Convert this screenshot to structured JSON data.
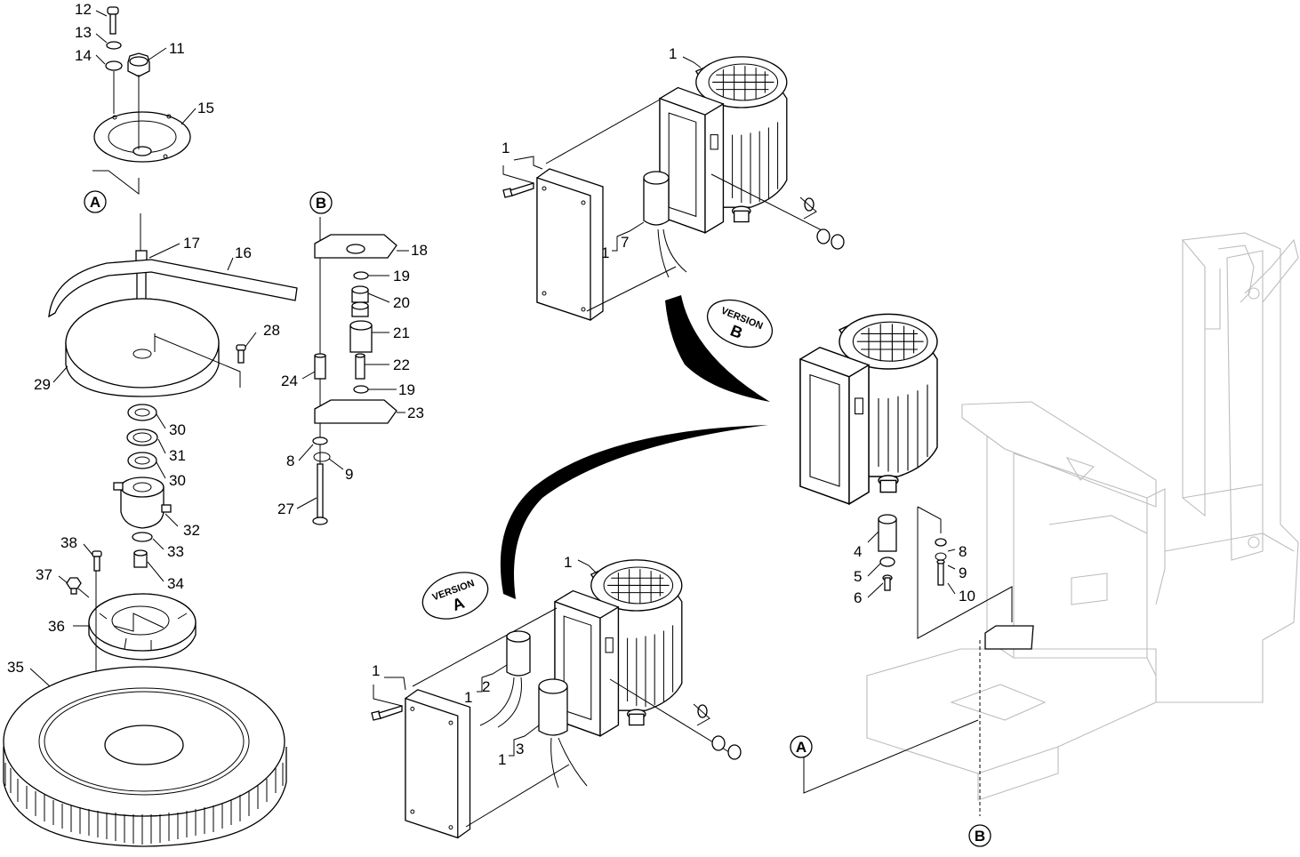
{
  "callouts": {
    "c12": "12",
    "c13": "13",
    "c14": "14",
    "c11": "11",
    "c15": "15",
    "c17": "17",
    "c16": "16",
    "c28": "28",
    "c29": "29",
    "c30a": "30",
    "c31": "31",
    "c30b": "30",
    "c32": "32",
    "c33": "33",
    "c38": "38",
    "c37": "37",
    "c34": "34",
    "c36": "36",
    "c35": "35",
    "c18": "18",
    "c19a": "19",
    "c20": "20",
    "c21": "21",
    "c22": "22",
    "c24": "24",
    "c19b": "19",
    "c23": "23",
    "c8a": "8",
    "c9a": "9",
    "c27": "27",
    "cB1_top": "1",
    "cB1_left": "1",
    "cB1_7": "1",
    "cB7": "7",
    "cA1_top": "1",
    "cA1_left": "1",
    "cA1_2": "1",
    "cA2": "2",
    "cA1_3": "1",
    "cA3": "3",
    "c4": "4",
    "c5": "5",
    "c6": "6",
    "c8b": "8",
    "c9b": "9",
    "c10": "10"
  },
  "markers": {
    "a_left": "A",
    "b_mid": "B",
    "a_right": "A",
    "b_bottom": "B"
  },
  "version_b": {
    "word": "VERSION",
    "letter": "B"
  },
  "version_a": {
    "word": "VERSION",
    "letter": "A"
  }
}
